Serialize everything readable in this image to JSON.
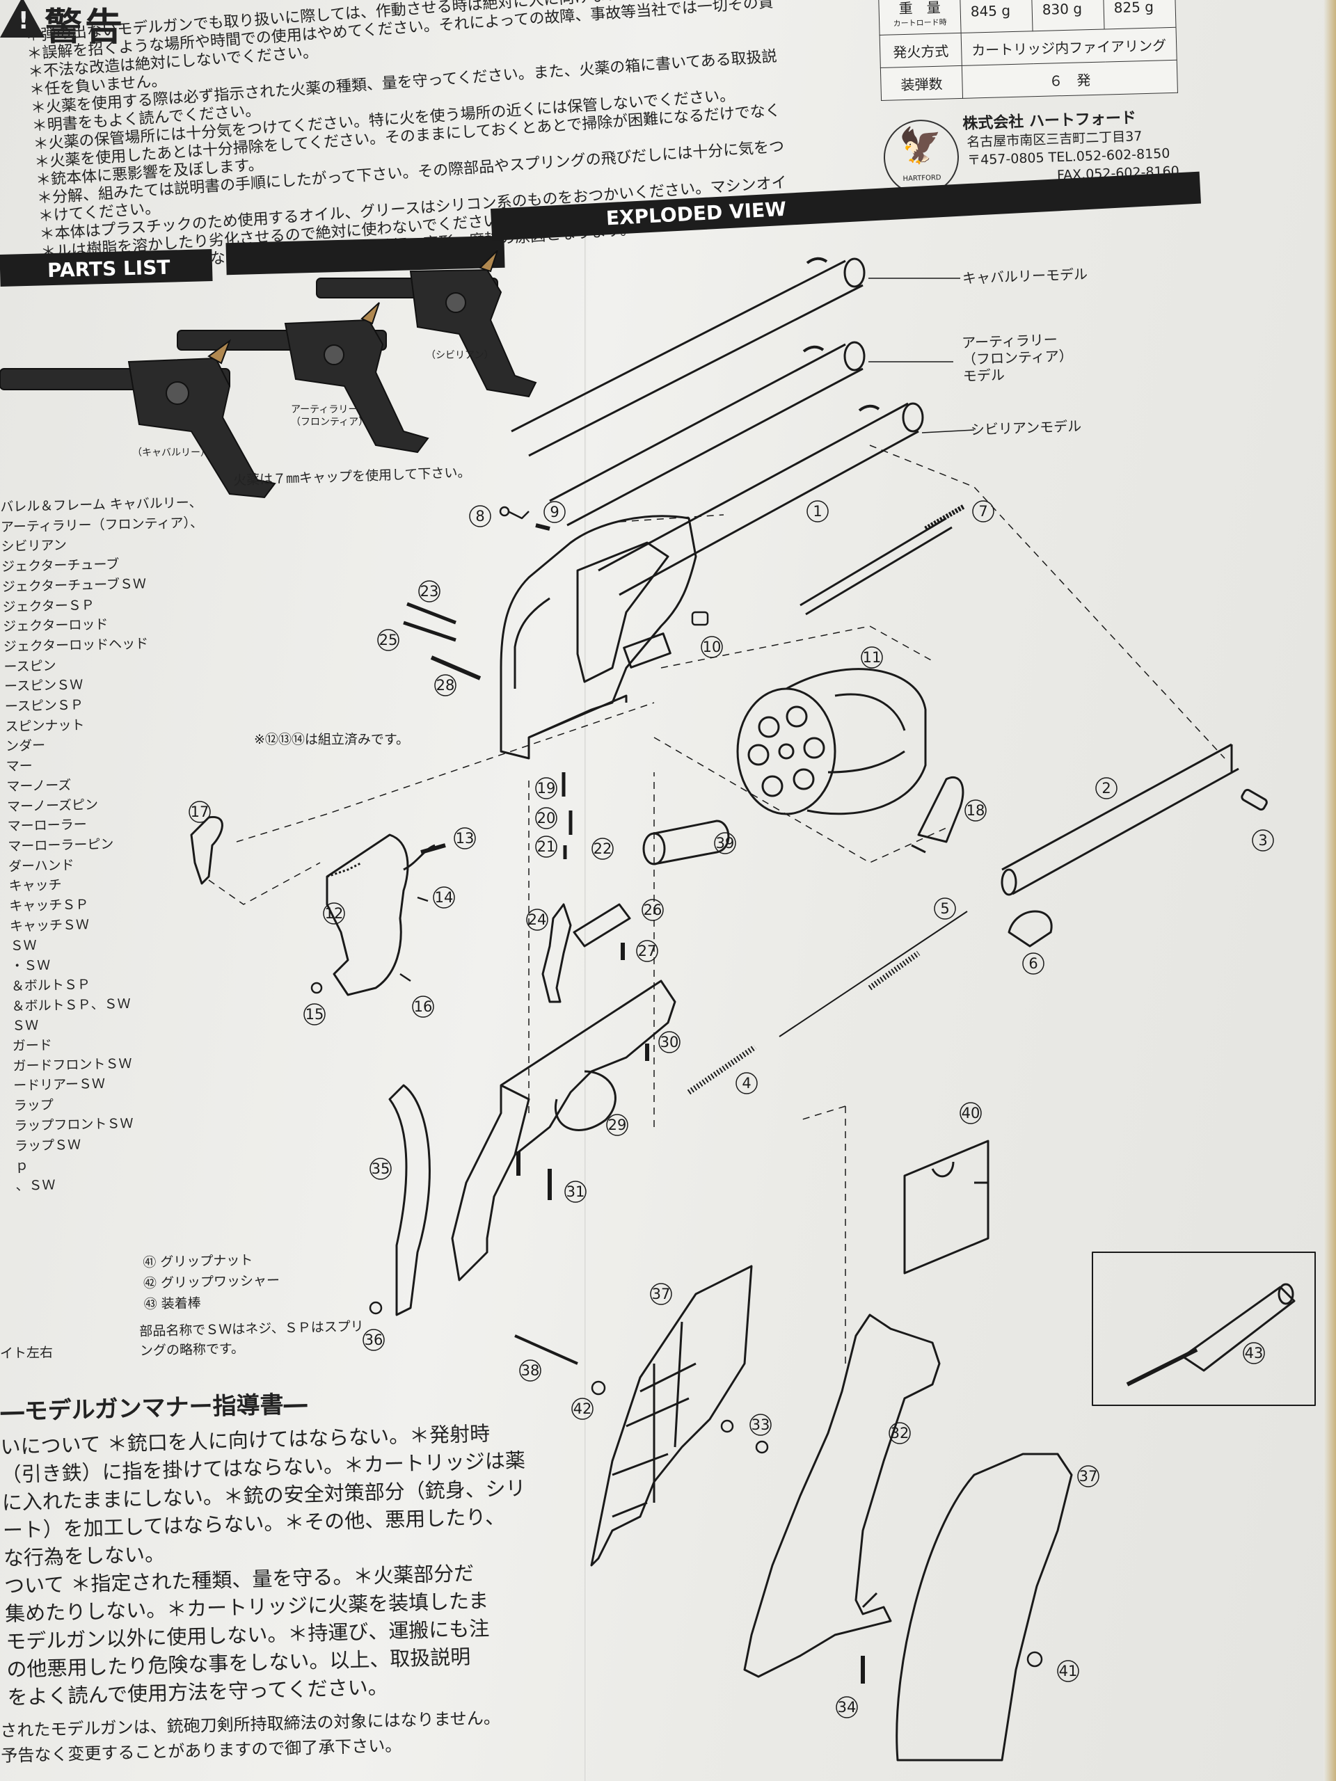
{
  "warning": {
    "title": "警告",
    "lines": [
      "弾の出ないモデルガンでも取り扱いに際しては、作動させる時は絶対に人に向けないでください。",
      "誤解を招くような場所や時間での使用はやめてください。それによっての故障、事故等当社では一切その責",
      "不法な改造は絶対にしないでください。",
      "任を負いません。",
      "火薬を使用する際は必ず指示された火薬の種類、量を守ってください。また、火薬の箱に書いてある取扱説",
      "明書をもよく読んでください。",
      "火薬の保管場所には十分気をつけてください。特に火を使う場所の近くには保管しないでください。",
      "火薬を使用したあとは十分掃除をしてください。そのままにしておくとあとで掃除が困難になるだけでなく",
      "銃本体に悪影響を及ぼします。",
      "分解、組みたては説明書の手順にしたがって下さい。その際部品やスプリングの飛びだしには十分に気をつ",
      "けてください。",
      "本体はプラスチックのため使用するオイル、グリースはシリコン系のものをおつかいください。マシンオイ",
      "ルは樹脂を溶かしたり劣化させるので絶対に使わないでください。",
      "必要以上の空撃ちはしないでください。部品の破損、変形、磨耗の原因となります。"
    ]
  },
  "spec": {
    "weight_label": "重　量",
    "weight_sub": "カートロード時",
    "weights": [
      "845 g",
      "830 g",
      "825 g"
    ],
    "ignition_label": "発火方式",
    "ignition_value": "カートリッジ内ファイアリング",
    "capacity_label": "装弾数",
    "capacity_value": "６　発"
  },
  "company": {
    "name": "株式会社 ハートフォード",
    "address": "名古屋市南区三吉町二丁目37",
    "postal_tel": "〒457-0805 TEL.052-602-8150",
    "fax": "FAX.052-602-8160",
    "logo_text": "HARTFORD"
  },
  "headings": {
    "parts_list": "PARTS LIST",
    "exploded_view": "EXPLODED VIEW"
  },
  "photo": {
    "captions": [
      "（キャバルリー）",
      "アーティラリー\n（フロンティア）",
      "（シビリアン）"
    ],
    "note": "火薬は７㎜キャップを使用して下さい。"
  },
  "parts_list": [
    "バレル＆フレーム キャバルリー、",
    "アーティラリー（フロンティア）、",
    "シビリアン",
    "ジェクターチューブ",
    "ジェクターチューブＳＷ",
    "ジェクターＳＰ",
    "ジェクターロッド",
    "ジェクターロッドヘッド",
    "ースピン",
    "ースピンＳＷ",
    "ースピンＳＰ",
    "スピンナット",
    "ンダー",
    "マー",
    "マーノーズ",
    "マーノーズピン",
    "マーローラー",
    "マーローラーピン",
    "ダーハンド",
    "",
    "キャッチ",
    "キャッチＳＰ",
    "キャッチＳＷ",
    "",
    "ＳＷ",
    "",
    "・ＳＷ",
    "＆ボルトＳＰ",
    "＆ボルトＳＰ、ＳＷ",
    "ＳＷ",
    "ガード",
    "ガードフロントＳＷ",
    "ードリアーＳＷ",
    "ラップ",
    "ラップフロントＳＷ",
    "ラップＳＷ",
    "ｐ",
    "、ＳＷ"
  ],
  "parts_extra": [
    "㊶ グリップナット",
    "㊷ グリップワッシャー",
    "㊸ 装着棒"
  ],
  "abbr_note": "部品名称でＳＷはネジ、ＳＰはスプリングの略称です。",
  "left_note": "イト左右",
  "assembled_note": "※⑫⑬⑭は組立済みです。",
  "model_labels": {
    "cavalry": "キャバルリーモデル",
    "artillery": "アーティラリー\n（フロンティア）\nモデル",
    "civilian": "シビリアンモデル"
  },
  "part_numbers": [
    "1",
    "2",
    "3",
    "4",
    "5",
    "6",
    "7",
    "8",
    "9",
    "10",
    "11",
    "12",
    "13",
    "14",
    "15",
    "16",
    "17",
    "18",
    "19",
    "20",
    "21",
    "22",
    "23",
    "24",
    "25",
    "26",
    "27",
    "28",
    "29",
    "30",
    "31",
    "32",
    "33",
    "34",
    "35",
    "36",
    "37",
    "38",
    "39",
    "40",
    "41",
    "42",
    "43"
  ],
  "manner": {
    "title": "―モデルガンマナー指導書―",
    "lines": [
      "いについて ＊銃口を人に向けてはならない。＊発射時",
      "（引き鉄）に指を掛けてはならない。＊カートリッジは薬",
      "に入れたままにしない。＊銃の安全対策部分（銃身、シリ",
      "ート）を加工してはならない。＊その他、悪用したり、",
      "な行為をしない。",
      "ついて ＊指定された種類、量を守る。＊火薬部分だ",
      "集めたりしない。＊カートリッジに火薬を装填したま",
      "モデルガン以外に使用しない。＊持運び、運搬にも注",
      "の他悪用したり危険な事をしない。以上、取扱説明",
      "をよく読んで使用方法を守ってください。"
    ]
  },
  "footer": [
    "されたモデルガンは、銃砲刀剣所持取締法の対象にはなりません。",
    "予告なく変更することがありますので御了承下さい。"
  ]
}
